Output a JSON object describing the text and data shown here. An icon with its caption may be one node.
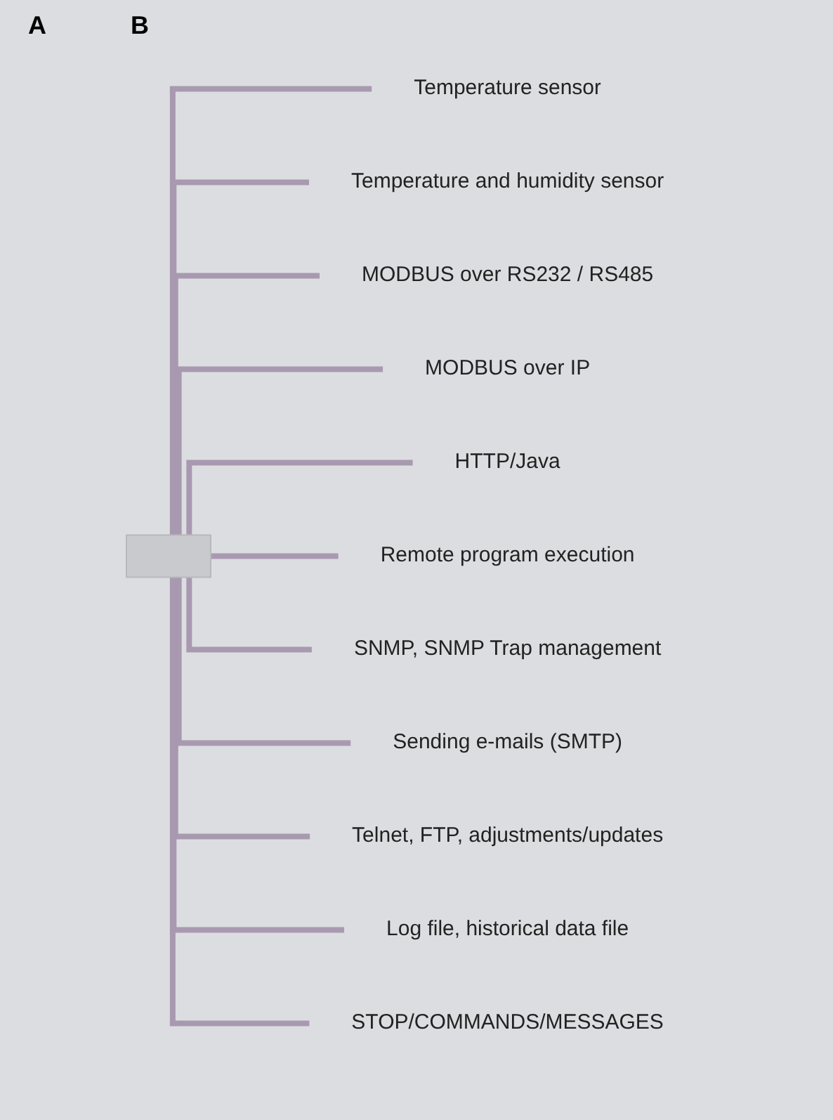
{
  "diagram": {
    "nodes": [
      {
        "text": [],
        "shape": "box"
      },
      {
        "text": [
          "Temperature sensor"
        ]
      },
      {
        "text": [
          "Temperature and humidity sensor"
        ]
      },
      {
        "text": [
          "MODBUS over RS232 / RS485"
        ]
      },
      {
        "text": [
          "MODBUS over IP"
        ]
      },
      {
        "text": [
          "HTTP/Java"
        ]
      },
      {
        "text": [
          "Remote program execution"
        ]
      },
      {
        "text": [
          "SNMP, SNMP Trap management"
        ]
      },
      {
        "text": [
          "Sending e-mails (SMTP)"
        ]
      },
      {
        "text": [
          "Telnet, FTP, adjustments/updates"
        ]
      },
      {
        "text": [
          "Log file, historical data file"
        ]
      },
      {
        "text": [
          "STOP/COMMANDS/MESSAGES"
        ]
      }
    ],
    "edges": [
      {
        "from": 0,
        "to": 1,
        "arrow": "none"
      },
      {
        "from": 0,
        "to": 2,
        "arrow": "none"
      },
      {
        "from": 0,
        "to": 3,
        "arrow": "none"
      },
      {
        "from": 0,
        "to": 4,
        "arrow": "none"
      },
      {
        "from": 0,
        "to": 5,
        "arrow": "none"
      },
      {
        "from": 0,
        "to": 6,
        "arrow": "none"
      },
      {
        "from": 0,
        "to": 7,
        "arrow": "none"
      },
      {
        "from": 0,
        "to": 8,
        "arrow": "none"
      },
      {
        "from": 0,
        "to": 9,
        "arrow": "none"
      },
      {
        "from": 0,
        "to": 10,
        "arrow": "none"
      },
      {
        "from": 0,
        "to": 11,
        "arrow": "none"
      }
    ],
    "labels": [
      "A",
      "B"
    ]
  }
}
